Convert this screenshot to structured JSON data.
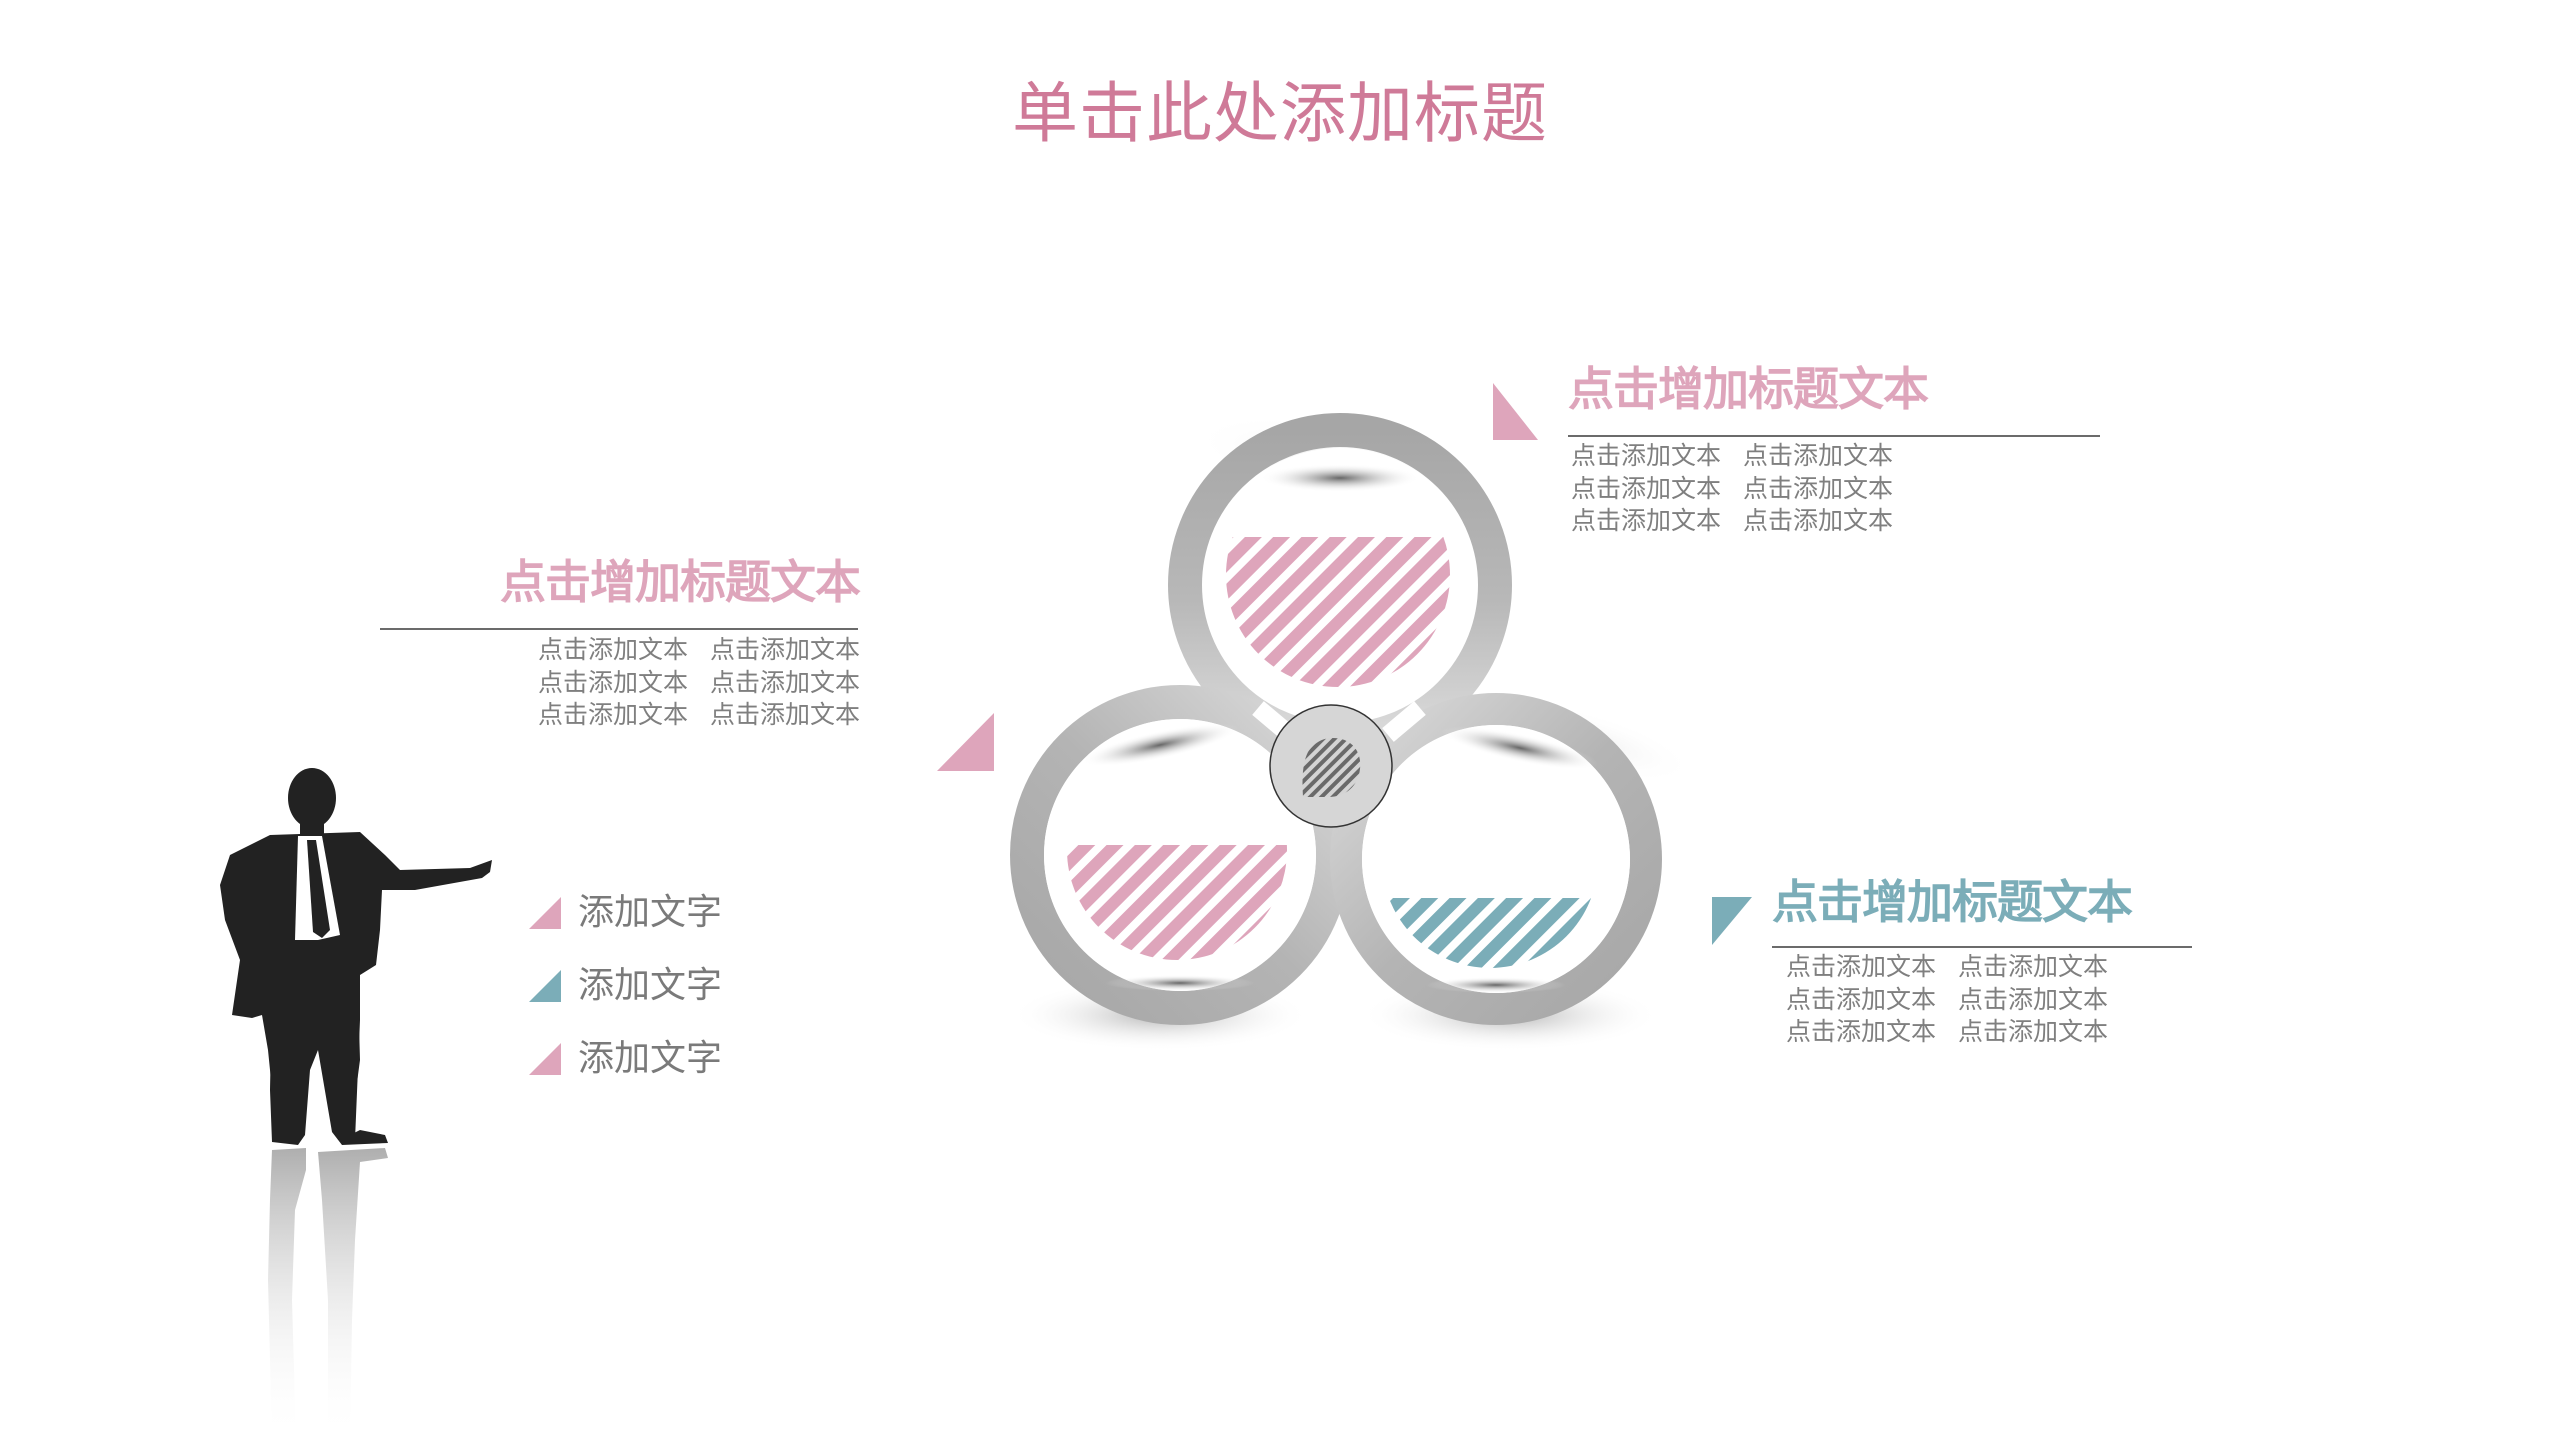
{
  "slide": {
    "title": "单击此处添加标题",
    "colors": {
      "title": "#CF7A98",
      "pink": "#DEA5BB",
      "teal": "#7BADB8",
      "body_text": "#7F7F7F",
      "rule": "#6B6B6B",
      "ring": "#AAAAAA",
      "center_disc": "#D4D4D4"
    }
  },
  "blocks": [
    {
      "id": "left",
      "heading": "点击增加标题文本",
      "color": "#DEA5BB",
      "rows": [
        [
          "点击添加文本",
          "点击添加文本"
        ],
        [
          "点击添加文本",
          "点击添加文本"
        ],
        [
          "点击添加文本",
          "点击添加文本"
        ]
      ]
    },
    {
      "id": "top-right",
      "heading": "点击增加标题文本",
      "color": "#DEA5BB",
      "rows": [
        [
          "点击添加文本",
          "点击添加文本"
        ],
        [
          "点击添加文本",
          "点击添加文本"
        ],
        [
          "点击添加文本",
          "点击添加文本"
        ]
      ]
    },
    {
      "id": "bottom-right",
      "heading": "点击增加标题文本",
      "color": "#7BADB8",
      "rows": [
        [
          "点击添加文本",
          "点击添加文本"
        ],
        [
          "点击添加文本",
          "点击添加文本"
        ],
        [
          "点击添加文本",
          "点击添加文本"
        ]
      ]
    }
  ],
  "legend": [
    {
      "label": "添加文字",
      "color": "#DEA5BB"
    },
    {
      "label": "添加文字",
      "color": "#7BADB8"
    },
    {
      "label": "添加文字",
      "color": "#DEA5BB"
    }
  ],
  "diagram": {
    "type": "trefoil-three-circles",
    "circles": [
      {
        "position": "top",
        "fill": "pink-hatched"
      },
      {
        "position": "bottom-left",
        "fill": "pink-hatched"
      },
      {
        "position": "bottom-right",
        "fill": "teal-hatched"
      }
    ],
    "center": "gray-disc-hatched"
  },
  "icons": {
    "presenter": "businessman-silhouette-icon",
    "triangle": "triangle-marker-icon"
  }
}
